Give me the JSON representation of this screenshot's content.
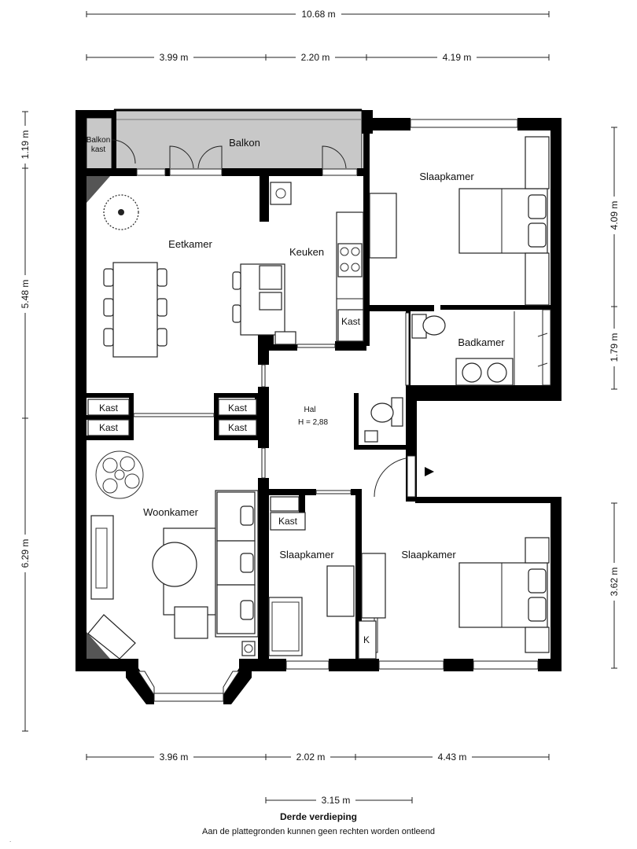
{
  "dimensions": {
    "top_total": "10.68 m",
    "top_left": "3.99 m",
    "top_mid": "2.20 m",
    "top_right": "4.19 m",
    "left_1": "1.19 m",
    "left_2": "5.48 m",
    "left_3": "6.29 m",
    "right_1": "4.09 m",
    "right_2": "1.79 m",
    "right_3": "3.62 m",
    "bottom_left": "3.96 m",
    "bottom_mid": "2.02 m",
    "bottom_right": "4.43 m",
    "bottom_extra": "3.15 m"
  },
  "rooms": {
    "balkon_kast_1": "Balkon",
    "balkon_kast_2": "kast",
    "balkon": "Balkon",
    "slaapkamer_ne": "Slaapkamer",
    "eetkamer": "Eetkamer",
    "keuken": "Keuken",
    "keuken_kast": "Kast",
    "badkamer": "Badkamer",
    "kast_1": "Kast",
    "kast_2": "Kast",
    "kast_3": "Kast",
    "kast_4": "Kast",
    "hal": "Hal",
    "hal_height": "H = 2,88",
    "woonkamer": "Woonkamer",
    "kast_5": "Kast",
    "slaapkamer_mid": "Slaapkamer",
    "slaapkamer_se": "Slaapkamer",
    "k": "K"
  },
  "footer": {
    "title": "Derde verdieping",
    "disclaimer": "Aan de plattegronden kunnen geen rechten worden ontleend",
    "tick": "."
  }
}
